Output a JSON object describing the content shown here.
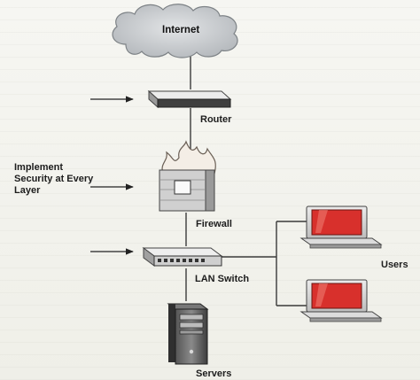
{
  "labels": {
    "internet": "Internet",
    "router": "Router",
    "firewall": "Firewall",
    "lan_switch": "LAN Switch",
    "servers": "Servers",
    "users": "Users",
    "security_note": "Implement Security at Every Layer"
  },
  "colors": {
    "cloud_fill": "#c9cccf",
    "device_body": "#d6d6d6",
    "line": "#3a3a3a",
    "screen_red": "#d8302c",
    "flame_outline": "#6a5f55"
  },
  "icons": [
    "cloud-icon",
    "router-icon",
    "firewall-icon",
    "switch-icon",
    "server-icon",
    "computer-icon",
    "arrow-icon"
  ]
}
